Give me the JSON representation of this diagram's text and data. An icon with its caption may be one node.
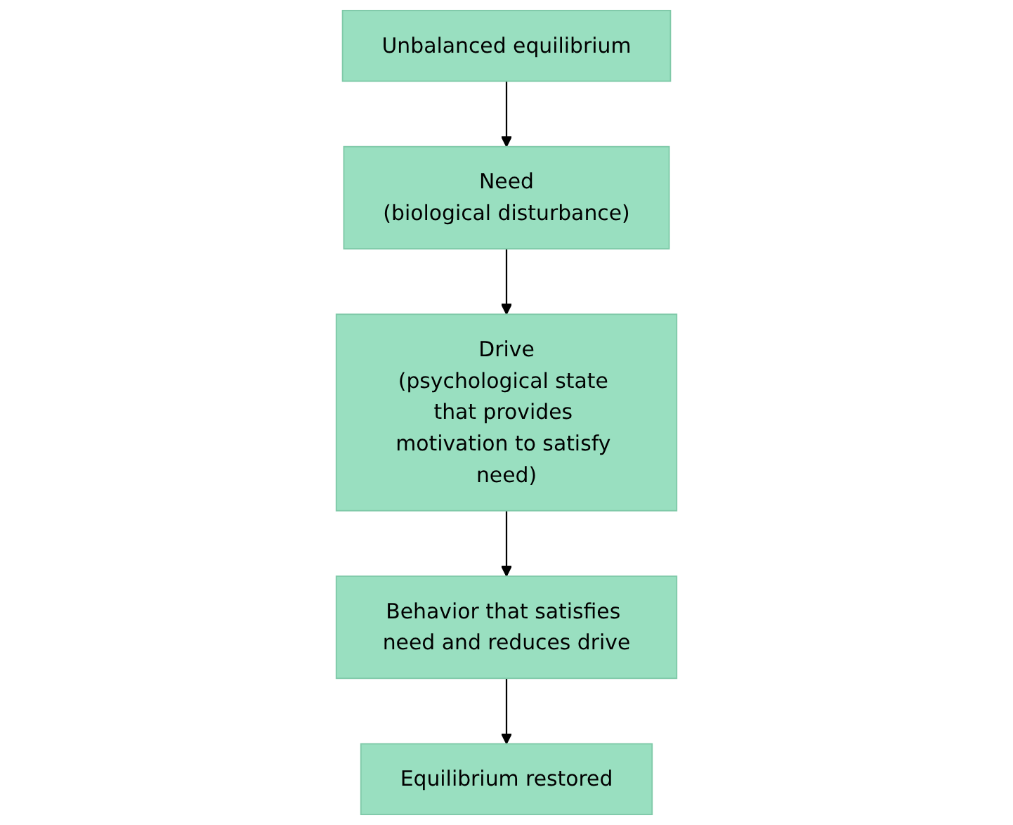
{
  "diagram": {
    "nodes": [
      {
        "text": [
          "Need",
          "(biological disturbance)"
        ]
      },
      {
        "text": [
          "Unbalanced equilibrium"
        ]
      },
      {
        "text": [
          "Drive",
          "(psychological state that provides motivation to satisfy need)"
        ]
      },
      {
        "text": [
          "Equilibrium restored"
        ]
      },
      {
        "text": [
          "Behavior that satisfies need and reduces drive"
        ]
      }
    ],
    "edges": [
      {
        "from": 1,
        "to": 0,
        "arrow": "to"
      },
      {
        "from": 0,
        "to": 2,
        "arrow": "to"
      },
      {
        "from": 2,
        "to": 4,
        "arrow": "to"
      },
      {
        "from": 4,
        "to": 3,
        "arrow": "to"
      }
    ]
  }
}
